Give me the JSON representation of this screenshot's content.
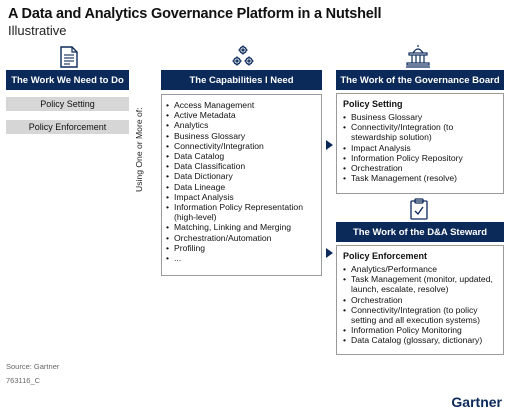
{
  "title": "A Data and Analytics Governance Platform in a Nutshell",
  "subtitle": "Illustrative",
  "work": {
    "header": "The Work We Need to Do",
    "items": [
      "Policy Setting",
      "Policy Enforcement"
    ]
  },
  "vertical_label": "Using One or More of:",
  "capabilities": {
    "header": "The Capabilities I Need",
    "items": [
      "Access Management",
      "Active Metadata",
      "Analytics",
      "Business Glossary",
      "Connectivity/Integration",
      "Data Catalog",
      "Data Classification",
      "Data Dictionary",
      "Data Lineage",
      "Impact Analysis",
      "Information Policy Representation (high-level)",
      "Matching, Linking and Merging",
      "Orchestration/Automation",
      "Profiling",
      "..."
    ]
  },
  "board": {
    "header": "The Work of the Governance Board",
    "section_title": "Policy Setting",
    "items": [
      "Business Glossary",
      "Connectivity/Integration (to stewardship solution)",
      "Impact Analysis",
      "Information Policy Repository",
      "Orchestration",
      "Task Management (resolve)"
    ]
  },
  "steward": {
    "header": "The Work of the D&A Steward",
    "section_title": "Policy Enforcement",
    "items": [
      "Analytics/Performance",
      "Task Management (monitor, updated, launch, escalate, resolve)",
      "Orchestration",
      "Connectivity/Integration (to policy setting and all execution systems)",
      "Information Policy Monitoring",
      "Data Catalog (glossary, dictionary)"
    ]
  },
  "footer": {
    "source": "Source: Gartner",
    "id": "763116_C",
    "brand": "Gartner"
  },
  "icons": [
    "document-icon",
    "gears-icon",
    "capitol-building-icon",
    "checklist-icon"
  ]
}
